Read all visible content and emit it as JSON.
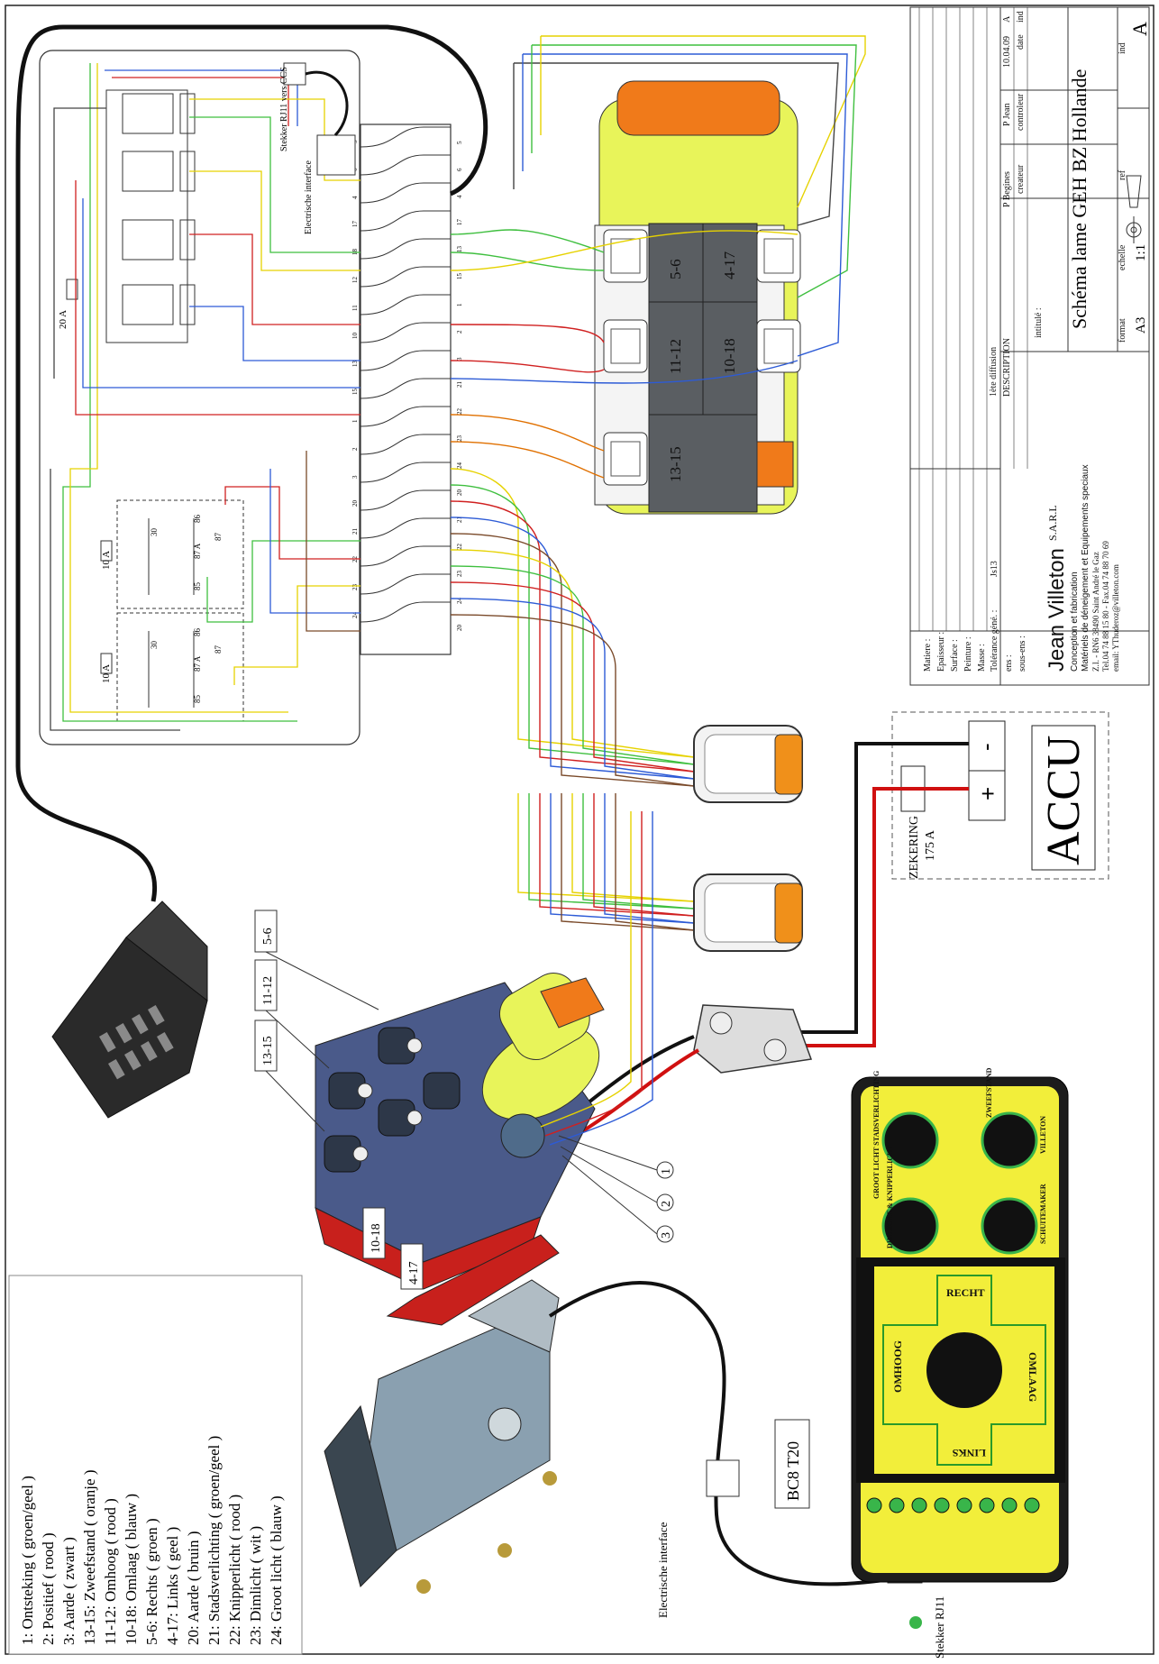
{
  "title_block": {
    "title": "Schéma lame GEH BZ Hollande",
    "intitule_label": "intitulé :",
    "ens_label": "ens :",
    "sous_ens_label": "sous-ens :",
    "material_rows": [
      "Matiere :",
      "Epaisseur :",
      "Surface :",
      "Peinture :",
      "Masse :"
    ],
    "tolerance": "Tolérance géné. :",
    "tolerance_value": "Js13",
    "diffusion": "1ète diffusion",
    "description": "DESCRIPTION",
    "creator": "P Begines",
    "creator_label": "createur",
    "controller": "P Jean",
    "controller_label": "controleur",
    "date": "10.04.09",
    "date_label": "date",
    "revision": "A",
    "ind_label": "ind",
    "big_revision": "A",
    "format_label": "format",
    "format": "A3",
    "scale_label": "echelle",
    "scale": "1:1",
    "ref_label": "ref"
  },
  "company": {
    "name": "Jean Villeton",
    "suffix": "S.A.R.L",
    "line1": "Conception et fabrication",
    "line2": "Matériels de déneigement  et  Equipements speciaux",
    "line3": "Z.I. - RN6  38490 Saint André le Gaz",
    "line4": "Tel.04 74 88 15 80 - Fax.04 74 88 70 69",
    "line5": "email: YThuderoz@villeton.com"
  },
  "legend": [
    "1: Ontsteking  ( groen/geel )",
    "2: Positief  ( rood )",
    "3: Aarde ( zwart )",
    "13-15: Zweefstand  ( oranje )",
    "11-12: Omhoog  ( rood )",
    "10-18: Omlaag ( blauw )",
    "5-6: Rechts  ( groen )",
    "4-17: Links  ( geel )",
    "20: Aarde  ( bruin )",
    "21: Stadsverlichting  ( groen/geel )",
    "22: Knipperlicht  ( rood )",
    "23: Dimlicht  ( wit )",
    "24: Groot licht  ( blauw )"
  ],
  "labels": {
    "stekker_ccs": "Stekker RJ11 vers CCS",
    "electrische_interface": "Electrische interface",
    "electrische_interface_2": "Electrische interface",
    "stekker_rj11": "Stekker RJ11",
    "bc8": "BC8 T20",
    "fuse_20a": "20 A",
    "fuse_10a_1": "10 A",
    "fuse_10a_2": "10 A",
    "zekering": "ZEKERING",
    "zekering_value": "175 A",
    "accu": "ACCU",
    "minus": "-",
    "plus": "+"
  },
  "valve_callouts": [
    "5-6",
    "11-12",
    "13-15",
    "10-18",
    "4-17"
  ],
  "cable_callouts": [
    "1",
    "2",
    "3"
  ],
  "block_labels": [
    "5-6",
    "4-17",
    "11-12",
    "10-18",
    "13-15"
  ],
  "connector_labels": {
    "top": [
      "24",
      "23",
      "22",
      "21",
      "20",
      "3",
      "2",
      "1",
      "15",
      "13",
      "10",
      "11",
      "12",
      "18",
      "17",
      "4",
      "6",
      "5"
    ],
    "bottom": [
      "20",
      "24",
      "23",
      "22",
      "21",
      "20",
      "24",
      "23",
      "22",
      "21",
      "3",
      "2",
      "1",
      "15",
      "13",
      "17",
      "4",
      "6",
      "5"
    ]
  },
  "remote": {
    "top_buttons": [
      "GROOT LICHT STADSVERLICHTING",
      "ZWEEFSTAND",
      "DIMLICHT & KNIPPERLICHT",
      "VILLETON"
    ],
    "maker": "SCHUITEMAKER",
    "cross": [
      "RECHT",
      "OMHOOG",
      "OMLAAG",
      "LINKS"
    ]
  },
  "colors": {
    "green": "#3fbf3f",
    "yellow": "#e6d200",
    "red": "#d02020",
    "blue": "#2d5bd6",
    "brown": "#7a4a2a",
    "orange": "#e07000",
    "lime": "#e8f45a",
    "panel": "#1c1c1c",
    "panel_yellow": "#f2ee3a"
  }
}
